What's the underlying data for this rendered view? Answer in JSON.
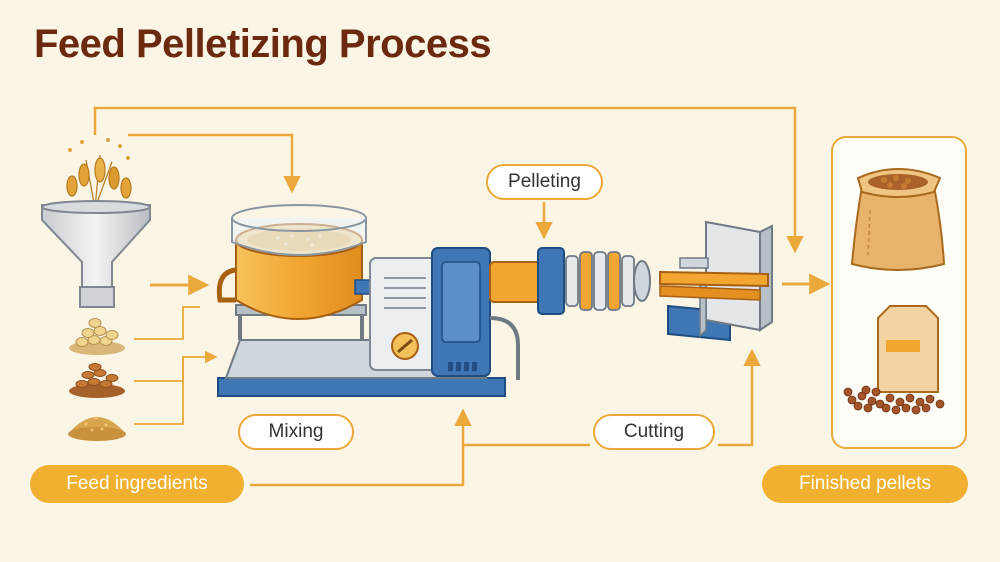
{
  "title": "Feed Pelletizing Process",
  "labels": {
    "pelleting": "Pelleting",
    "mixing": "Mixing",
    "cutting": "Cutting",
    "feed_ingredients": "Feed ingredients",
    "finished_pellets": "Finished pellets"
  },
  "colors": {
    "background": "#fbf5e6",
    "title": "#6b2a10",
    "accent": "#f1b02f",
    "arrow": "#eaa93a",
    "machine_blue": "#3f77b5",
    "vessel_orange": "#f2a531"
  }
}
